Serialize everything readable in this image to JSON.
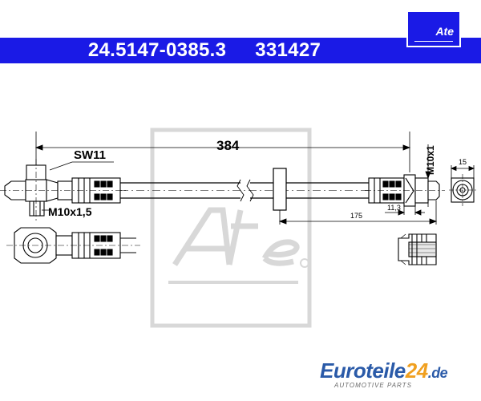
{
  "header": {
    "part_number": "24.5147-0385.3",
    "ref_number": "331427",
    "badge_text": "Ate"
  },
  "dimensions": {
    "length": "384",
    "wrench": "SW11",
    "thread_left": "M10x1,5",
    "thread_right": "M10x1",
    "width_15": "15",
    "offset_11_3": "11,3",
    "offset_175": "175"
  },
  "logo": {
    "brand_euro": "Euro",
    "brand_teile": "teile",
    "brand_num": "24",
    "brand_tld": ".de",
    "tagline": "AUTOMOTIVE PARTS"
  }
}
